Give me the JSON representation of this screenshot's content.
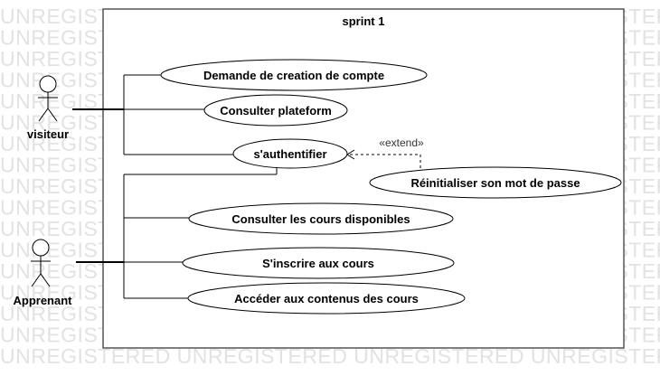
{
  "watermark": "UNREGISTERED UNREGISTERED UNREGISTERED UNREGISTERED",
  "system": {
    "title": "sprint 1"
  },
  "actors": [
    {
      "id": "visiteur",
      "label": "visiteur"
    },
    {
      "id": "apprenant",
      "label": "Apprenant"
    }
  ],
  "use_cases": [
    {
      "id": "uc1",
      "label": "Demande de creation de compte"
    },
    {
      "id": "uc2",
      "label": "Consulter plateform"
    },
    {
      "id": "uc3",
      "label": "s'authentifier"
    },
    {
      "id": "uc4",
      "label": "Réinitialiser son mot de passe"
    },
    {
      "id": "uc5",
      "label": "Consulter les cours disponibles"
    },
    {
      "id": "uc6",
      "label": "S'inscrire aux cours"
    },
    {
      "id": "uc7",
      "label": "Accéder aux contenus des cours"
    }
  ],
  "relations": [
    {
      "label": "«extend»"
    }
  ],
  "colors": {
    "line": "#000000",
    "border": "#555555",
    "watermark": "#e2e2e2"
  }
}
